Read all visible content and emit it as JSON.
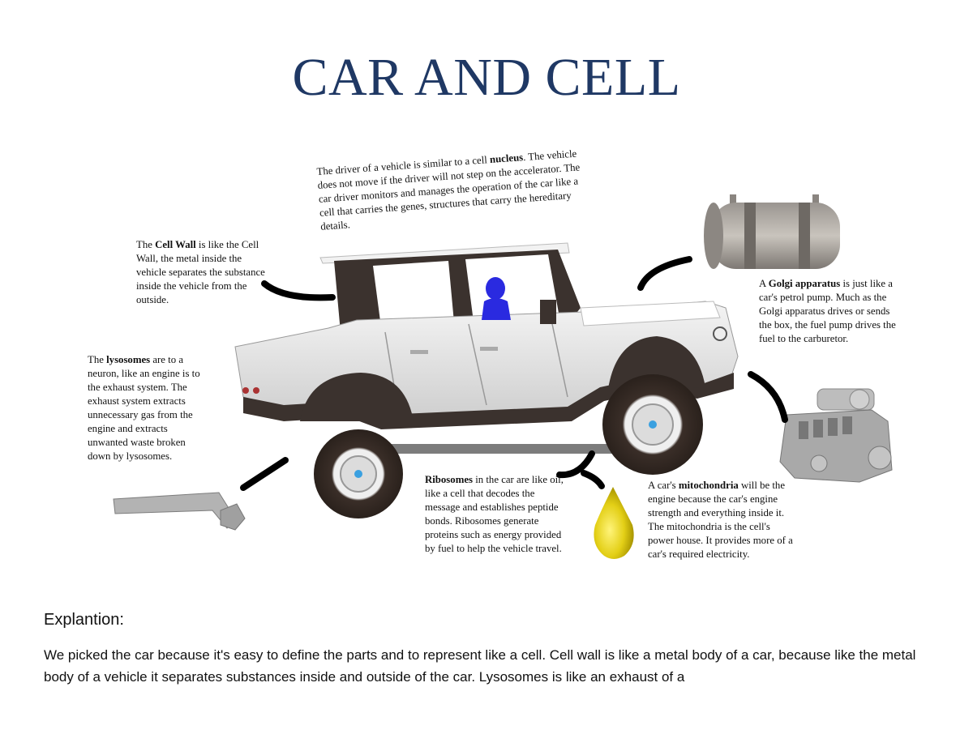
{
  "title": "CAR AND CELL",
  "notes": {
    "nucleus": {
      "pre": "The driver of a vehicle is similar to a cell ",
      "bold": "nucleus",
      "post": ". The vehicle does not move if the driver will not step on the accelerator. The car driver monitors and manages the operation of the car like a cell that carries the genes, structures that carry the hereditary details."
    },
    "cell_wall": {
      "pre": "The ",
      "bold": "Cell Wall",
      "post": " is like the Cell Wall, the metal inside the vehicle separates the substance inside the vehicle from the outside."
    },
    "lysosomes": {
      "pre": "The ",
      "bold": "lysosomes",
      "post": " are to a neuron, like an engine is to the exhaust system. The exhaust system extracts unnecessary gas from the engine and extracts unwanted waste broken down by lysosomes."
    },
    "golgi": {
      "pre": "A ",
      "bold": "Golgi apparatus",
      "post": " is just like a car's petrol pump. Much as the Golgi apparatus drives or sends the box, the fuel pump drives the fuel to the carburetor."
    },
    "ribosomes": {
      "pre": "",
      "bold": "Ribosomes",
      "post": " in the car are like oil, like a cell that decodes the message and establishes peptide bonds. Ribosomes generate proteins such as energy provided by fuel to help the vehicle travel."
    },
    "mitochondria": {
      "pre": "A car's ",
      "bold": "mitochondria",
      "post": " will be the engine because the car's engine strength and everything inside it. The mitochondria is the cell's power house. It provides more of a car's required electricity."
    }
  },
  "explanation": {
    "heading": "Explantion:",
    "body": "We picked the car because it's easy to define the parts and to represent like a cell. Cell wall is like a metal body of a car, because like the metal body of a vehicle it separates substances inside and outside of the car. Lysosomes is like an exhaust of a"
  },
  "illustrations": {
    "truck": "pickup-truck-illustration",
    "driver": "driver-figure",
    "tank": "fuel-tank-illustration",
    "engine": "engine-block-illustration",
    "oil": "oil-drop-illustration",
    "exhaust": "exhaust-pipe-illustration"
  },
  "colors": {
    "title": "#1f3864",
    "truck_body": "#e6e6e6",
    "truck_dark": "#3b322e",
    "driver": "#2a2ae0",
    "oil": "#e6d21a",
    "connector": "#000000"
  }
}
